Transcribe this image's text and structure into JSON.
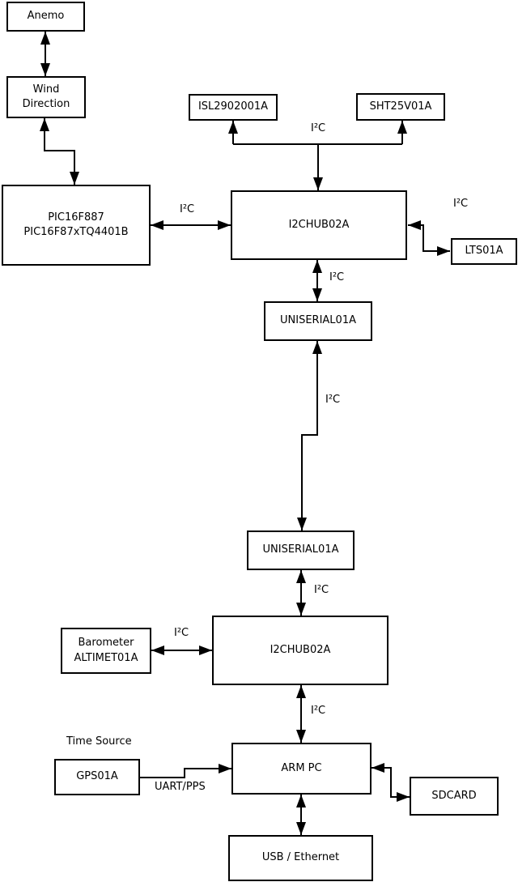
{
  "diagram": {
    "boxes": {
      "anemo": "Anemo",
      "wind_direction": "Wind\nDirection",
      "pic_controller": "PIC16F887\nPIC16F87xTQ4401B",
      "isl_sensor": "ISL2902001A",
      "sht_sensor": "SHT25V01A",
      "i2c_hub_top": "I2CHUB02A",
      "lts_sensor": "LTS01A",
      "uniserial_top": "UNISERIAL01A",
      "uniserial_bottom": "UNISERIAL01A",
      "i2c_hub_bottom": "I2CHUB02A",
      "barometer": "Barometer\nALTIMET01A",
      "gps": "GPS01A",
      "arm_pc": "ARM PC",
      "sdcard": "SDCARD",
      "usb_ethernet": "USB / Ethernet"
    },
    "labels": {
      "i2c": "I²C",
      "time_source": "Time Source",
      "uart_pps": "UART/PPS"
    },
    "colors": {
      "line": "#000000",
      "box_fill": "#ffffff",
      "background": "#ffffff"
    }
  }
}
